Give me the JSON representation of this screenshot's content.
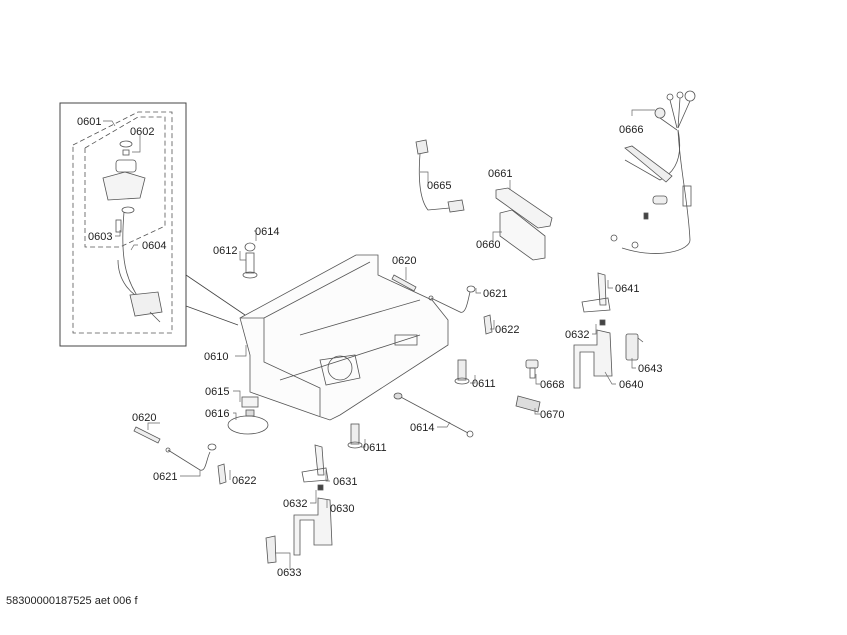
{
  "diagram": {
    "title": "Exploded parts diagram - dishwasher base assembly",
    "footer_code": "58300000187525 aet 006 f",
    "line_color": "#555555",
    "text_color": "#222222",
    "part_labels": {
      "p0601": "0601",
      "p0602": "0602",
      "p0603": "0603",
      "p0604": "0604",
      "p0610": "0610",
      "p0611a": "0611",
      "p0611b": "0611",
      "p0612": "0612",
      "p0614a": "0614",
      "p0614b": "0614",
      "p0615": "0615",
      "p0616": "0616",
      "p0620a": "0620",
      "p0620b": "0620",
      "p0621a": "0621",
      "p0621b": "0621",
      "p0622a": "0622",
      "p0622b": "0622",
      "p0630": "0630",
      "p0631": "0631",
      "p0632a": "0632",
      "p0632b": "0632",
      "p0633": "0633",
      "p0640": "0640",
      "p0641": "0641",
      "p0643": "0643",
      "p0660": "0660",
      "p0661": "0661",
      "p0665": "0665",
      "p0666": "0666",
      "p0668": "0668",
      "p0670": "0670"
    }
  }
}
